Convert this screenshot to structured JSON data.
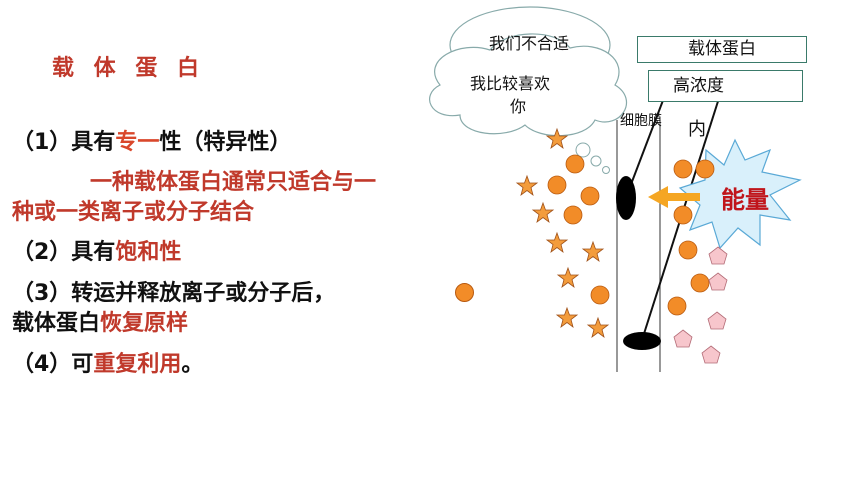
{
  "title": "载 体 蛋 白",
  "point1": {
    "prefix": "（1）具有",
    "highlight": "专一",
    "suffix": "性（特异性）"
  },
  "point1_desc": {
    "line1": "一种载体蛋白通常只适合与一",
    "line2": "种或一类离子或分子结合"
  },
  "point2": {
    "prefix": "（2）具有",
    "highlight": "饱和性"
  },
  "point3": {
    "line1": "（3）转运并释放离子或分子后，",
    "line2_prefix": "载体蛋白",
    "line2_highlight": "恢复原样"
  },
  "point4": {
    "prefix": "（4）可",
    "highlight": "重复利用",
    "suffix": "。"
  },
  "diagram": {
    "bubble_top": "我们不合适",
    "bubble_main_line1": "我比较喜欢",
    "bubble_main_line2": "你",
    "carrier_label": "载体蛋白",
    "high_conc_label": "高浓度",
    "membrane_label": "细胞膜",
    "inside_label": "内",
    "energy_label": "能量"
  },
  "colors": {
    "red": "#c0392b",
    "orange": "#f28c28",
    "star": "#f39c3c",
    "pentagon": "#f7c6cc",
    "energy_yellow": "#f5a623"
  }
}
